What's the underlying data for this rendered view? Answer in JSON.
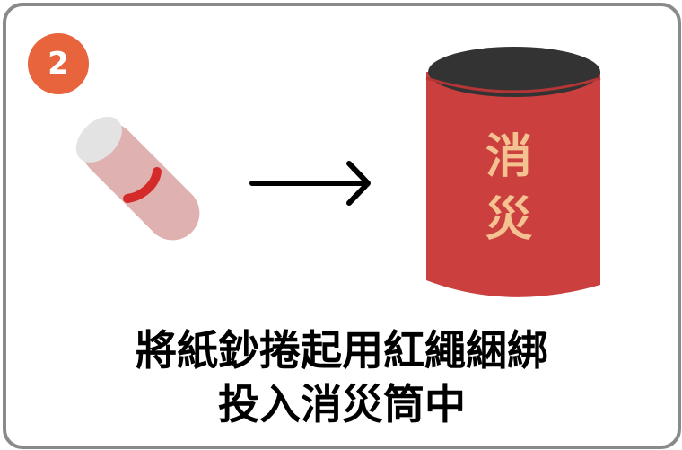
{
  "step": {
    "number": "2"
  },
  "caption": {
    "line1": "將紙鈔捲起用紅繩綑綁",
    "line2": "投入消災筒中"
  },
  "can": {
    "label_line1": "消",
    "label_line2": "災"
  },
  "colors": {
    "badge": "#e8643c",
    "can_body": "#cc3f3f",
    "can_top": "#333333",
    "can_text": "#f3c290",
    "roll_body": "#e0b1b1",
    "roll_end": "#e3e3e3",
    "string": "#d42a2a",
    "border": "#8a8a8a"
  },
  "icons": [
    "rolled-bill-icon",
    "red-string-icon",
    "right-arrow-icon",
    "disaster-can-icon"
  ]
}
